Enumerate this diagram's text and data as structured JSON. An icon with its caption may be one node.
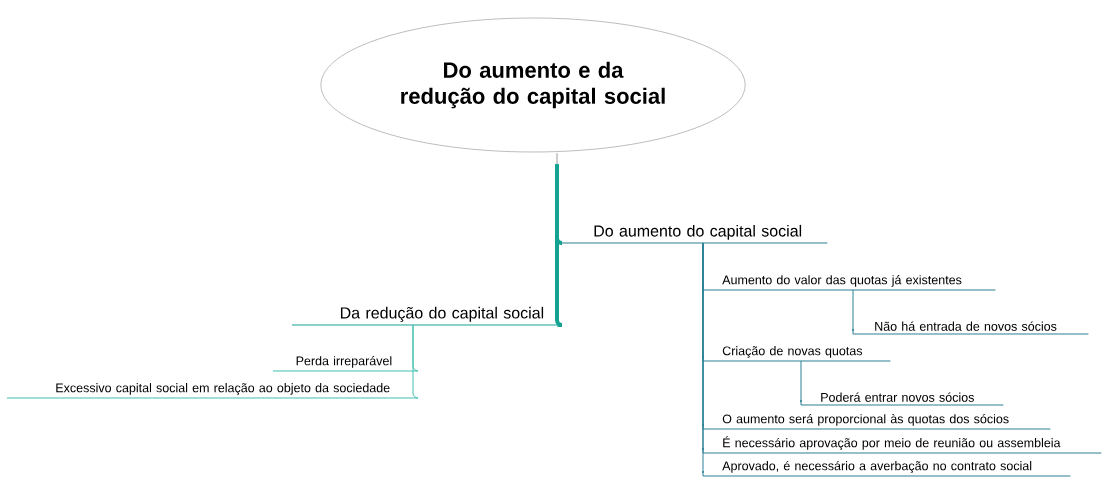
{
  "diagram": {
    "nodes": [
      {
        "text": [
          "Do aumento e da redução do capital social"
        ]
      },
      {
        "text": [
          "Do aumento do capital social"
        ]
      },
      {
        "text": [
          "Aumento do valor das quotas já existentes"
        ]
      },
      {
        "text": [
          "Não há entrada de novos sócios"
        ]
      },
      {
        "text": [
          "Criação de novas quotas"
        ]
      },
      {
        "text": [
          "Poderá entrar novos sócios"
        ]
      },
      {
        "text": [
          "O aumento será proporcional às quotas dos sócios"
        ]
      },
      {
        "text": [
          "É necessário aprovação por meio de reunião ou assembleia"
        ]
      },
      {
        "text": [
          "Aprovado, é necessário a averbação no contrato social"
        ]
      },
      {
        "text": [
          "Da redução do capital social"
        ]
      },
      {
        "text": [
          "Perda irreparável"
        ]
      },
      {
        "text": [
          "Excessivo capital social em relação ao objeto da sociedade"
        ]
      }
    ],
    "edges": [
      {
        "from": 0,
        "to": 1,
        "arrow": "none",
        "style": "thick",
        "color": "#14a393"
      },
      {
        "from": 0,
        "to": 9,
        "arrow": "none",
        "style": "thick",
        "color": "#14a393"
      },
      {
        "from": 1,
        "to": 2,
        "arrow": "none"
      },
      {
        "from": 2,
        "to": 3,
        "arrow": "none"
      },
      {
        "from": 1,
        "to": 4,
        "arrow": "none"
      },
      {
        "from": 4,
        "to": 5,
        "arrow": "none"
      },
      {
        "from": 1,
        "to": 6,
        "arrow": "none"
      },
      {
        "from": 1,
        "to": 7,
        "arrow": "none"
      },
      {
        "from": 1,
        "to": 8,
        "arrow": "none"
      },
      {
        "from": 9,
        "to": 10,
        "arrow": "none",
        "color": "#3fbfae"
      },
      {
        "from": 9,
        "to": 11,
        "arrow": "none",
        "color": "#3fbfae"
      }
    ]
  }
}
